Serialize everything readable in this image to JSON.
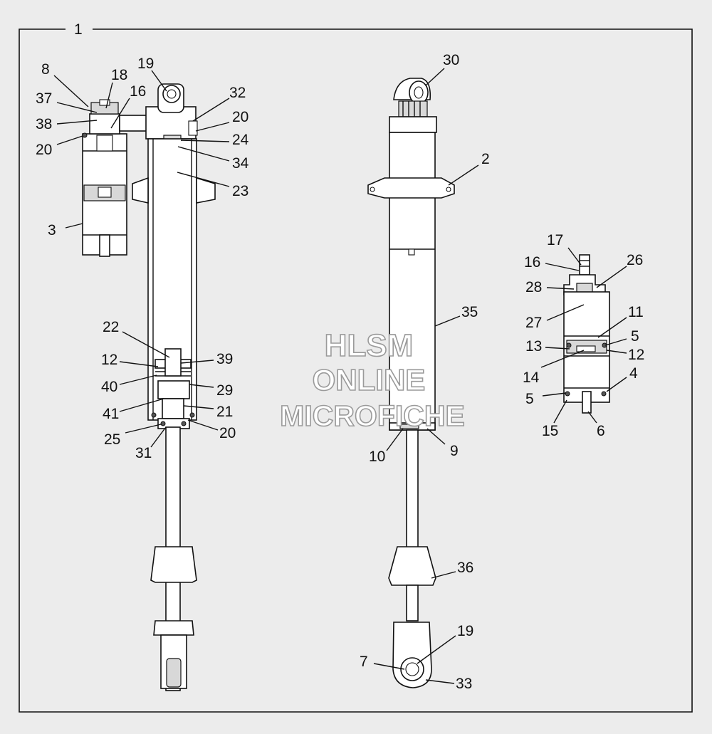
{
  "watermark": {
    "line1": "HLSM",
    "line2": "ONLINE",
    "line3": "MICROFICHE"
  },
  "frame_label": "1",
  "callouts": [
    {
      "id": "c8",
      "text": "8"
    },
    {
      "id": "c18",
      "text": "18"
    },
    {
      "id": "c19a",
      "text": "19"
    },
    {
      "id": "c16a",
      "text": "16"
    },
    {
      "id": "c37",
      "text": "37"
    },
    {
      "id": "c38",
      "text": "38"
    },
    {
      "id": "c20a",
      "text": "20"
    },
    {
      "id": "c32",
      "text": "32"
    },
    {
      "id": "c20b",
      "text": "20"
    },
    {
      "id": "c24",
      "text": "24"
    },
    {
      "id": "c34",
      "text": "34"
    },
    {
      "id": "c23",
      "text": "23"
    },
    {
      "id": "c3",
      "text": "3"
    },
    {
      "id": "c22",
      "text": "22"
    },
    {
      "id": "c12a",
      "text": "12"
    },
    {
      "id": "c39",
      "text": "39"
    },
    {
      "id": "c40",
      "text": "40"
    },
    {
      "id": "c29",
      "text": "29"
    },
    {
      "id": "c41",
      "text": "41"
    },
    {
      "id": "c21",
      "text": "21"
    },
    {
      "id": "c25",
      "text": "25"
    },
    {
      "id": "c20c",
      "text": "20"
    },
    {
      "id": "c31",
      "text": "31"
    },
    {
      "id": "c30",
      "text": "30"
    },
    {
      "id": "c2",
      "text": "2"
    },
    {
      "id": "c35",
      "text": "35"
    },
    {
      "id": "c10",
      "text": "10"
    },
    {
      "id": "c9",
      "text": "9"
    },
    {
      "id": "c36",
      "text": "36"
    },
    {
      "id": "c19b",
      "text": "19"
    },
    {
      "id": "c7",
      "text": "7"
    },
    {
      "id": "c33",
      "text": "33"
    },
    {
      "id": "c17",
      "text": "17"
    },
    {
      "id": "c16b",
      "text": "16"
    },
    {
      "id": "c26",
      "text": "26"
    },
    {
      "id": "c28",
      "text": "28"
    },
    {
      "id": "c27",
      "text": "27"
    },
    {
      "id": "c11",
      "text": "11"
    },
    {
      "id": "c5a",
      "text": "5"
    },
    {
      "id": "c13",
      "text": "13"
    },
    {
      "id": "c12b",
      "text": "12"
    },
    {
      "id": "c14",
      "text": "14"
    },
    {
      "id": "c4",
      "text": "4"
    },
    {
      "id": "c5b",
      "text": "5"
    },
    {
      "id": "c15",
      "text": "15"
    },
    {
      "id": "c6",
      "text": "6"
    }
  ]
}
